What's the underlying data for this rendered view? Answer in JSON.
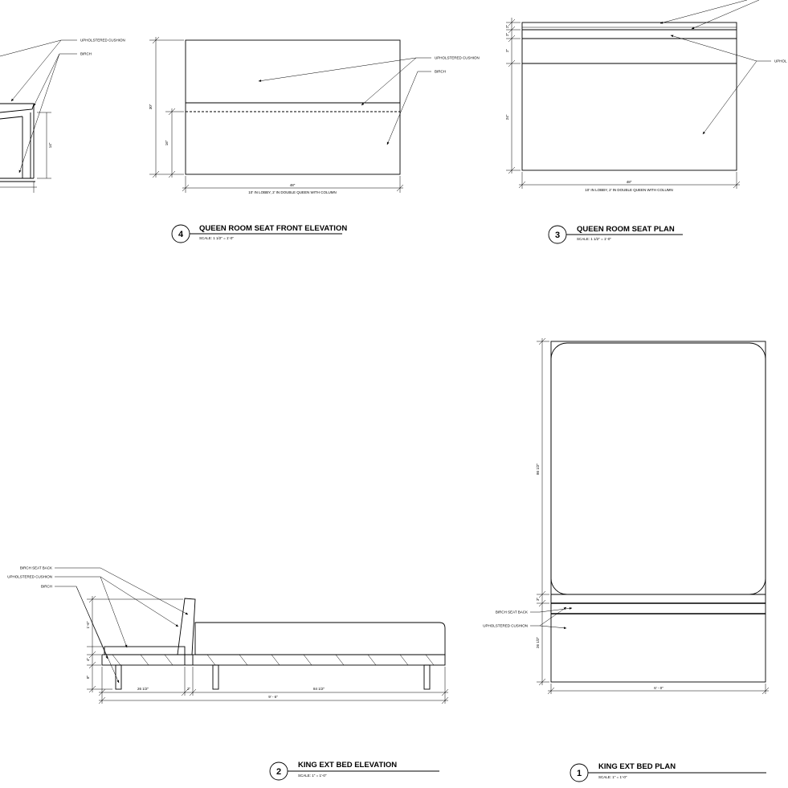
{
  "labels": {
    "upholstered_cushion": "UPHOLSTERED CUSHION",
    "birch": "BIRCH",
    "birch_seat_back": "BIRCH SEAT BACK",
    "uphol_cut": "UPHOL"
  },
  "views": {
    "v4": {
      "number": "4",
      "title": "QUEEN ROOM SEAT FRONT ELEVATION",
      "scale": "SCALE:  1 1/2\" = 1'-0\"",
      "dims": {
        "total_h": "30\"",
        "seat_h": "16\"",
        "width": "48\"",
        "width_note": "10' IN LOBBY, 2' IN DOUBLE QUEEN WITH COLUMN"
      }
    },
    "v3": {
      "number": "3",
      "title": "QUEEN ROOM SEAT PLAN",
      "scale": "SCALE:  1 1/2\" = 1'-0\"",
      "dims": {
        "a": "2\"",
        "b": "2\"",
        "c": "2\"",
        "depth": "24\"",
        "width": "48\"",
        "width_note": "10' IN LOBBY, 2' IN DOUBLE QUEEN WITH COLUMN"
      }
    },
    "v2": {
      "number": "2",
      "title": "KING EXT BED ELEVATION",
      "scale": "SCALE:  1\" = 1'-0\"",
      "dims": {
        "back_h": "1'-6\"",
        "seat": "4\"",
        "leg": "8\"",
        "seat_depth": "26 1/2\"",
        "gap": "3\"",
        "bed_len": "84 1/2\"",
        "total": "9' - 6\""
      }
    },
    "v1": {
      "number": "1",
      "title": "KING EXT BED PLAN",
      "scale": "SCALE:  1\" = 1'-0\"",
      "dims": {
        "bed_len": "86 1/2\"",
        "back": "3\"",
        "seat": "26 1/2\"",
        "width": "6' - 0\""
      }
    },
    "v5": {
      "dims": {
        "height": "14\""
      }
    }
  }
}
